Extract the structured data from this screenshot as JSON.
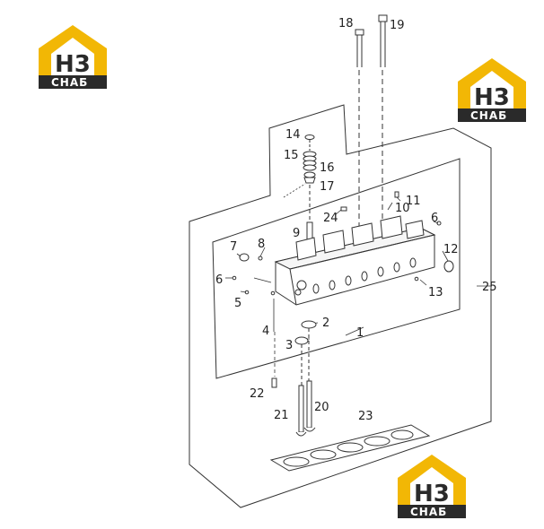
{
  "logos": [
    {
      "mark": "H3",
      "caption": "СНАБ"
    },
    {
      "mark": "H3",
      "caption": "СНАБ"
    },
    {
      "mark": "H3",
      "caption": "СНАБ"
    }
  ],
  "callouts": {
    "c1": "1",
    "c2": "2",
    "c3": "3",
    "c4": "4",
    "c5": "5",
    "c6a": "6",
    "c6b": "6",
    "c7": "7",
    "c8": "8",
    "c9": "9",
    "c10": "10",
    "c11": "11",
    "c12": "12",
    "c13": "13",
    "c14": "14",
    "c15": "15",
    "c16": "16",
    "c17": "17",
    "c18": "18",
    "c19": "19",
    "c20": "20",
    "c21": "21",
    "c22": "22",
    "c23": "23",
    "c24": "24",
    "c25": "25"
  },
  "colors": {
    "logo_yellow": "#f2b705",
    "logo_dark": "#2a2a2a",
    "line": "#333333"
  }
}
